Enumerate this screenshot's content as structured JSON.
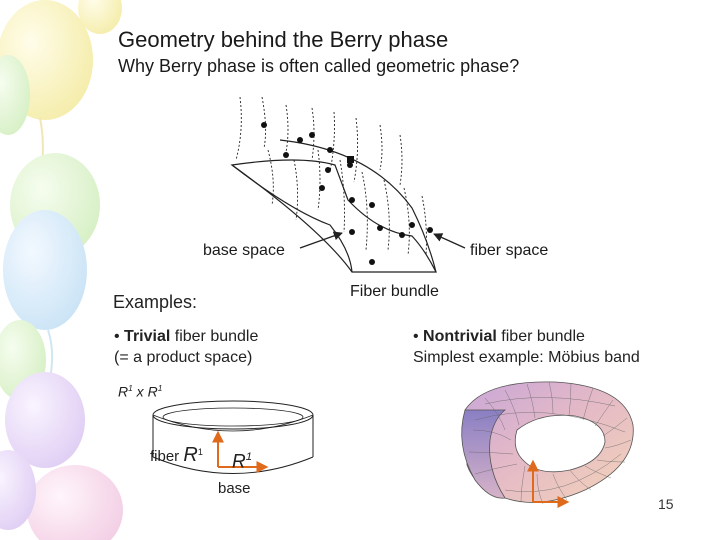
{
  "slide": {
    "title": "Geometry behind the Berry phase",
    "subtitle": "Why Berry phase is often called geometric phase?",
    "page_number": "15"
  },
  "figure_top": {
    "base_space_label": "base space",
    "fiber_space_label": "fiber space",
    "caption": "Fiber bundle"
  },
  "examples": {
    "heading": "Examples:",
    "trivial": {
      "prefix": "• ",
      "keyword": "Trivial",
      "rest": " fiber bundle",
      "line2": "(= a product space)",
      "product_base": "R",
      "product_exp": "1",
      "product_times": " x ",
      "fiber_word": "fiber ",
      "fiber_r": "R",
      "fiber_exp": "1",
      "base_r": "R",
      "base_exp": "1",
      "base_word": "base"
    },
    "nontrivial": {
      "prefix": "• ",
      "keyword": "Nontrivial",
      "rest": " fiber bundle",
      "line2": "Simplest example: Möbius band"
    }
  },
  "colors": {
    "arrow_orange": "#e06a1b",
    "text": "#1a1a1a"
  },
  "icons": {
    "background_decoration": "balloon-icons",
    "bundle_arrows": "arrow-icon"
  }
}
